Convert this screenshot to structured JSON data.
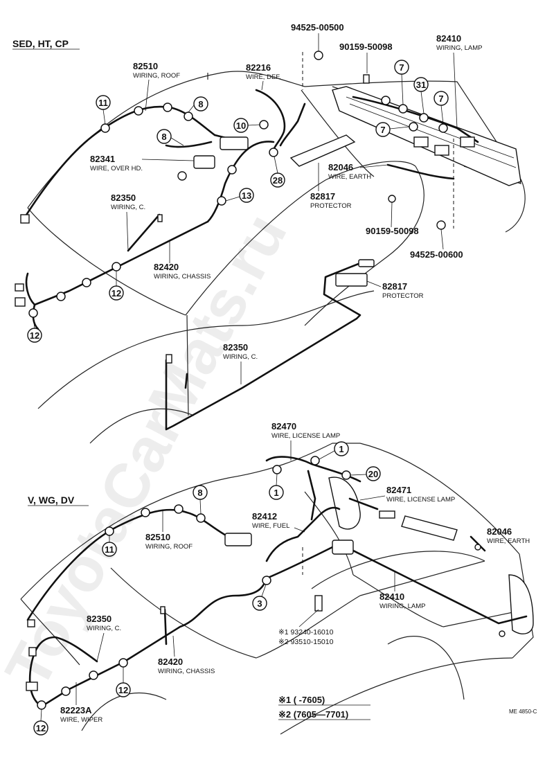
{
  "sections": {
    "top": "SED, HT, CP",
    "bottom": "V, WG, DV"
  },
  "parts": [
    {
      "id": "p_94525_00500",
      "num": "94525-00500",
      "desc": ""
    },
    {
      "id": "p_90159_50098_top",
      "num": "90159-50098",
      "desc": ""
    },
    {
      "id": "p_82410_top",
      "num": "82410",
      "desc": "WIRING, LAMP"
    },
    {
      "id": "p_82510_top",
      "num": "82510",
      "desc": "WIRING, ROOF"
    },
    {
      "id": "p_82216",
      "num": "82216",
      "desc": "WIRE, DEF."
    },
    {
      "id": "p_82341",
      "num": "82341",
      "desc": "WIRE, OVER HD."
    },
    {
      "id": "p_82046_top",
      "num": "82046",
      "desc": "WIRE, EARTH"
    },
    {
      "id": "p_82817_a",
      "num": "82817",
      "desc": "PROTECTOR"
    },
    {
      "id": "p_82350_top",
      "num": "82350",
      "desc": "WIRING, C."
    },
    {
      "id": "p_90159_50098_mid",
      "num": "90159-50098",
      "desc": ""
    },
    {
      "id": "p_94525_00600",
      "num": "94525-00600",
      "desc": ""
    },
    {
      "id": "p_82420_top",
      "num": "82420",
      "desc": "WIRING, CHASSIS"
    },
    {
      "id": "p_82817_b",
      "num": "82817",
      "desc": "PROTECTOR"
    },
    {
      "id": "p_82350_mid",
      "num": "82350",
      "desc": "WIRING, C."
    },
    {
      "id": "p_82470",
      "num": "82470",
      "desc": "WIRE, LICENSE LAMP"
    },
    {
      "id": "p_82471",
      "num": "82471",
      "desc": "WIRE, LICENSE LAMP"
    },
    {
      "id": "p_82510_bot",
      "num": "82510",
      "desc": "WIRING, ROOF"
    },
    {
      "id": "p_82412",
      "num": "82412",
      "desc": "WIRE, FUEL"
    },
    {
      "id": "p_82046_bot",
      "num": "82046",
      "desc": "WIRE, EARTH"
    },
    {
      "id": "p_82410_bot",
      "num": "82410",
      "desc": "WIRING, LAMP"
    },
    {
      "id": "p_82350_bot",
      "num": "82350",
      "desc": "WIRING, C."
    },
    {
      "id": "p_82420_bot",
      "num": "82420",
      "desc": "WIRING, CHASSIS"
    },
    {
      "id": "p_82223A",
      "num": "82223A",
      "desc": "WIRE, WIPER"
    }
  ],
  "bolts": {
    "line1": "※1 93240-16010",
    "line2": "※2 93510-15010"
  },
  "clip_counts": {
    "c11_top": "11",
    "c8_top_a": "8",
    "c8_top_b": "8",
    "c10": "10",
    "c28": "28",
    "c13": "13",
    "c12_top_a": "12",
    "c12_top_b": "12",
    "c7_a": "7",
    "c7_b": "7",
    "c7_c": "7",
    "c31": "31",
    "c1_a": "1",
    "c1_b": "1",
    "c20": "20",
    "c8_bot": "8",
    "c11_bot": "11",
    "c3": "3",
    "c12_bot_a": "12",
    "c12_bot_b": "12"
  },
  "legend": {
    "line1": "※1 (      -7605)",
    "line2": "※2 (7605—7701)"
  },
  "code": "ME 4850-C",
  "watermark": "ToyotaCarMats.ru"
}
